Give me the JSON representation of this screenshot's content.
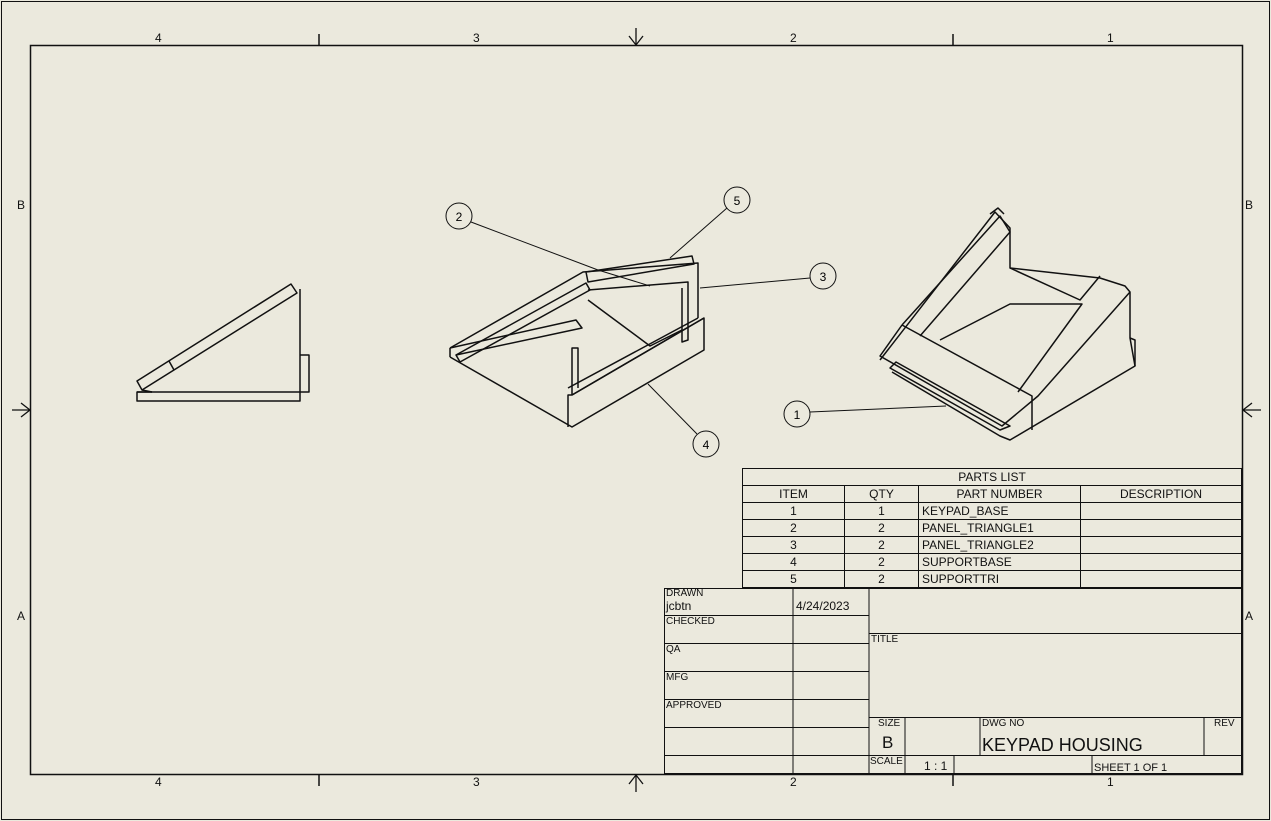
{
  "border": {
    "columns": [
      "4",
      "3",
      "2",
      "1"
    ],
    "rows": [
      "B",
      "A"
    ]
  },
  "balloons": [
    "1",
    "2",
    "3",
    "4",
    "5"
  ],
  "parts_list": {
    "title": "PARTS LIST",
    "headers": [
      "ITEM",
      "QTY",
      "PART NUMBER",
      "DESCRIPTION"
    ],
    "rows": [
      {
        "item": "1",
        "qty": "1",
        "part": "KEYPAD_BASE",
        "desc": ""
      },
      {
        "item": "2",
        "qty": "2",
        "part": "PANEL_TRIANGLE1",
        "desc": ""
      },
      {
        "item": "3",
        "qty": "2",
        "part": "PANEL_TRIANGLE2",
        "desc": ""
      },
      {
        "item": "4",
        "qty": "2",
        "part": "SUPPORTBASE",
        "desc": ""
      },
      {
        "item": "5",
        "qty": "2",
        "part": "SUPPORTTRI",
        "desc": ""
      }
    ]
  },
  "title_block": {
    "drawn_label": "DRAWN",
    "drawn_by": "jcbtn",
    "drawn_date": "4/24/2023",
    "checked_label": "CHECKED",
    "qa_label": "QA",
    "mfg_label": "MFG",
    "approved_label": "APPROVED",
    "title_label": "TITLE",
    "size_label": "SIZE",
    "size_value": "B",
    "dwg_no_label": "DWG NO",
    "dwg_no_value": "KEYPAD HOUSING",
    "rev_label": "REV",
    "scale_label": "SCALE",
    "scale_value": "1 : 1",
    "sheet_value": "SHEET 1  OF 1"
  },
  "colors": {
    "background": "#ebe9dd",
    "line": "#111111"
  }
}
